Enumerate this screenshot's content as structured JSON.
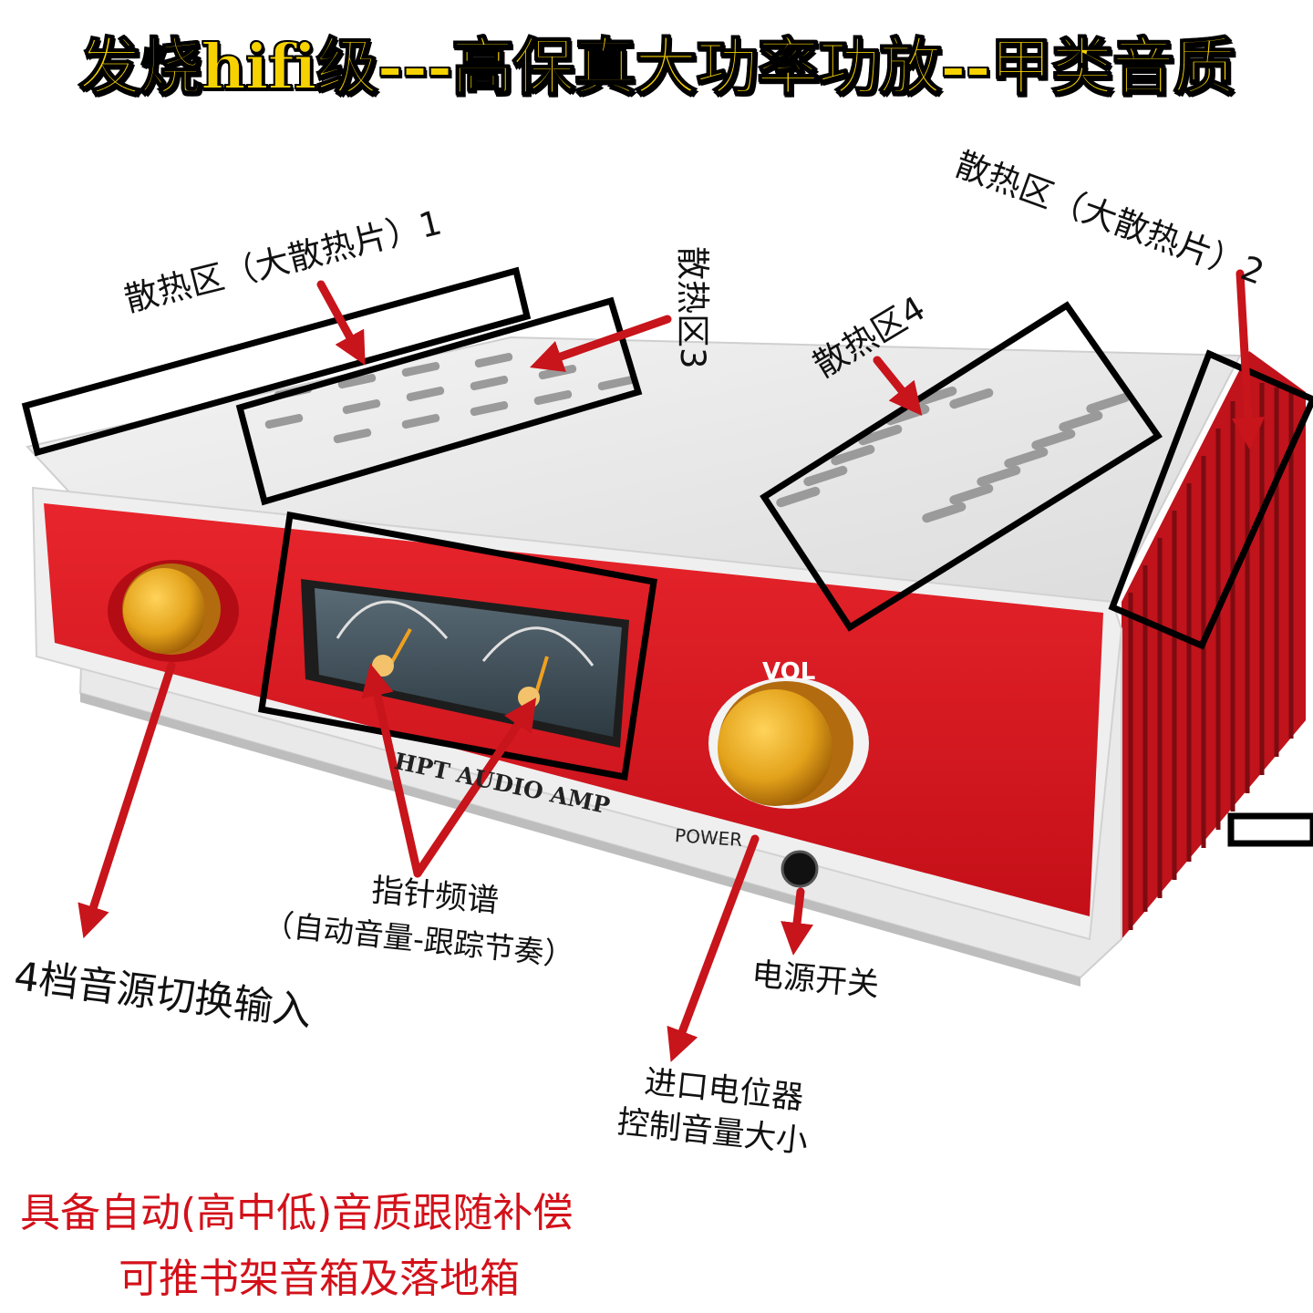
{
  "title": "发烧hifi级---高保真大功率功放--甲类音质",
  "annotations": {
    "heatsink_1": "散热区（大散热片）1",
    "heatsink_2": "散热区（大散热片）2",
    "heatsink_3": "散热区3",
    "heatsink_4": "散热区4",
    "vu_meter": "指针频谱",
    "vu_meter_sub": "（自动音量-跟踪节奏）",
    "source_select": "4档音源切换输入",
    "power_switch": "电源开关",
    "potentiometer_1": "进口电位器",
    "potentiometer_2": "控制音量大小"
  },
  "device": {
    "brand_text": "HPT AUDIO AMP",
    "vol_label": "VOL",
    "power_label": "POWER"
  },
  "footer": {
    "line1": "具备自动(高中低)音质跟随补偿",
    "line2": "可推书架音箱及落地箱"
  },
  "colors": {
    "accent_red": "#d3111a",
    "panel_red": "#d8121c",
    "knob_gold": "#e3a21a",
    "title_yellow": "#f5d200",
    "chassis_white": "#ececec"
  }
}
